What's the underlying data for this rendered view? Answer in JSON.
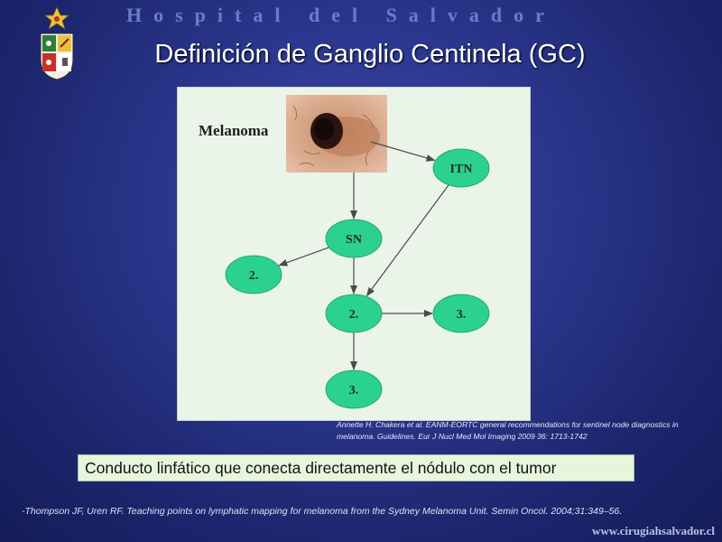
{
  "header": {
    "institution": "Hospital del Salvador",
    "title": "Definición de Ganglio Centinela (GC)"
  },
  "diagram": {
    "label": "Melanoma",
    "nodes": [
      {
        "id": "itn",
        "label": "ITN"
      },
      {
        "id": "sn",
        "label": "SN"
      },
      {
        "id": "second-left",
        "label": "2."
      },
      {
        "id": "second-center",
        "label": "2."
      },
      {
        "id": "third-right",
        "label": "3."
      },
      {
        "id": "third-bottom",
        "label": "3."
      }
    ],
    "edges": [
      {
        "from": "melanoma",
        "to": "itn"
      },
      {
        "from": "melanoma",
        "to": "sn"
      },
      {
        "from": "sn",
        "to": "second-left"
      },
      {
        "from": "sn",
        "to": "second-center"
      },
      {
        "from": "itn",
        "to": "second-center"
      },
      {
        "from": "second-center",
        "to": "third-right"
      },
      {
        "from": "second-center",
        "to": "third-bottom"
      }
    ],
    "node_color": "#2bd18f",
    "arrow_color": "#4a4a4a"
  },
  "references": {
    "chakera": "Annette H. Chakera et al. EANM-EORTC general recommendations for sentinel node diagnostics in melanoma. Guidelines. Eur J Nucl Med Mol Imaging 2009 36: 1713-1742",
    "thompson": "-Thompson JF, Uren RF. Teaching points on lymphatic mapping for melanoma from the Sydney Melanoma Unit. Semin Oncol. 2004;31:349–56."
  },
  "caption": "Conducto linfático que conecta directamente el nódulo con el tumor",
  "website": "www.cirugiahsalvador.cl",
  "colors": {
    "background": "#2c3890",
    "diagram_background": "#ebf4e9",
    "caption_background": "#e8f5dd"
  }
}
